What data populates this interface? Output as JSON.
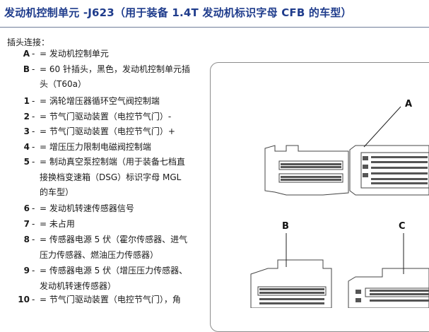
{
  "title": "发动机控制单元 -J623（用于装备 1.4T 发动机标识字母 CFB 的车型）",
  "subheading": "插头连接：",
  "legend": [
    {
      "key": "A",
      "lines": [
        "= 发动机控制单元"
      ]
    },
    {
      "key": "B",
      "lines": [
        "= 60 针插头，黑色，发动机控制单元插",
        "头（T60a）"
      ]
    },
    {
      "key": "1",
      "lines": [
        "= 涡轮增压器循环空气阀控制端"
      ]
    },
    {
      "key": "2",
      "lines": [
        "= 节气门驱动装置（电控节气门）-"
      ]
    },
    {
      "key": "3",
      "lines": [
        "= 节气门驱动装置（电控节气门）+"
      ]
    },
    {
      "key": "4",
      "lines": [
        "= 增压压力限制电磁阀控制端"
      ]
    },
    {
      "key": "5",
      "lines": [
        "= 制动真空泵控制端（用于装备七档直",
        "接换档变速箱（DSG）标识字母 MGL",
        "的车型）"
      ]
    },
    {
      "key": "6",
      "lines": [
        "= 发动机转速传感器信号"
      ]
    },
    {
      "key": "7",
      "lines": [
        "= 未占用"
      ]
    },
    {
      "key": "8",
      "lines": [
        "= 传感器电源 5 伏（霍尔传感器、进气",
        "压力传感器、燃油压力传感器）"
      ]
    },
    {
      "key": "9",
      "lines": [
        "= 传感器电源 5 伏（增压压力传感器、",
        "发动机转速传感器）"
      ]
    },
    {
      "key": "10",
      "lines": [
        "= 节气门驱动装置（电控节气门），角"
      ]
    }
  ],
  "diagram": {
    "callout_a": "A",
    "callout_b": "B",
    "callout_c": "C"
  }
}
